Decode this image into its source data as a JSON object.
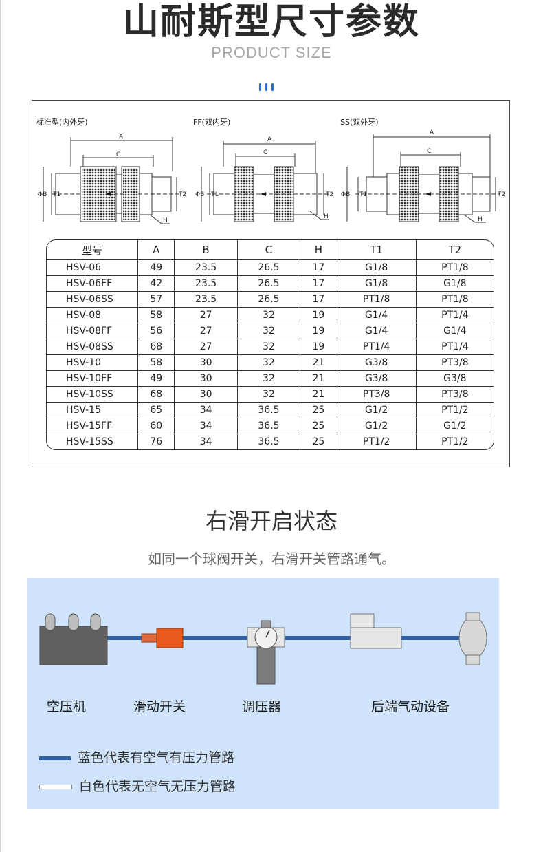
{
  "header": {
    "title": "山耐斯型尺寸参数",
    "subtitle": "PRODUCT SIZE"
  },
  "diagrams": [
    {
      "label": "标准型(内外牙)",
      "dims": {
        "a": "A",
        "c": "C",
        "h": "H",
        "b": "ΦB",
        "t1": "T1",
        "t2": "T2"
      }
    },
    {
      "label": "FF(双内牙)",
      "dims": {
        "a": "A",
        "c": "C",
        "h": "H",
        "b": "ΦB",
        "t1": "T1",
        "t2": "T2"
      }
    },
    {
      "label": "SS(双外牙)",
      "dims": {
        "a": "A",
        "c": "C",
        "h": "H",
        "b": "ΦB",
        "t1": "T1",
        "t2": "T2"
      }
    }
  ],
  "spec_table": {
    "headers": [
      "型号",
      "A",
      "B",
      "C",
      "H",
      "T1",
      "T2"
    ],
    "rows": [
      [
        "HSV-06",
        "49",
        "23.5",
        "26.5",
        "17",
        "G1/8",
        "PT1/8"
      ],
      [
        "HSV-06FF",
        "42",
        "23.5",
        "26.5",
        "17",
        "G1/8",
        "G1/8"
      ],
      [
        "HSV-06SS",
        "57",
        "23.5",
        "26.5",
        "17",
        "PT1/8",
        "PT1/8"
      ],
      [
        "HSV-08",
        "58",
        "27",
        "32",
        "19",
        "G1/4",
        "PT1/4"
      ],
      [
        "HSV-08FF",
        "56",
        "27",
        "32",
        "19",
        "G1/4",
        "G1/4"
      ],
      [
        "HSV-08SS",
        "68",
        "27",
        "32",
        "19",
        "PT1/4",
        "PT1/4"
      ],
      [
        "HSV-10",
        "58",
        "30",
        "32",
        "21",
        "G3/8",
        "PT3/8"
      ],
      [
        "HSV-10FF",
        "49",
        "30",
        "32",
        "21",
        "G3/8",
        "G3/8"
      ],
      [
        "HSV-10SS",
        "68",
        "30",
        "32",
        "21",
        "PT3/8",
        "PT3/8"
      ],
      [
        "HSV-15",
        "65",
        "34",
        "36.5",
        "25",
        "G1/2",
        "PT1/2"
      ],
      [
        "HSV-15FF",
        "60",
        "34",
        "36.5",
        "25",
        "G1/2",
        "G1/2"
      ],
      [
        "HSV-15SS",
        "76",
        "34",
        "36.5",
        "25",
        "PT1/2",
        "PT1/2"
      ]
    ]
  },
  "flow": {
    "title": "右滑开启状态",
    "description": "如同一个球阀开关，右滑开关管路通气。",
    "components": [
      "空压机",
      "滑动开关",
      "调压器",
      "后端气动设备"
    ],
    "legend": {
      "blue": "蓝色代表有空气有压力管路",
      "white": "白色代表无空气无压力管路"
    },
    "colors": {
      "pipe": "#2e5fa0",
      "switch": "#e85a1c",
      "device": "#7c7c7c",
      "panel": "#cfe4fb"
    }
  }
}
